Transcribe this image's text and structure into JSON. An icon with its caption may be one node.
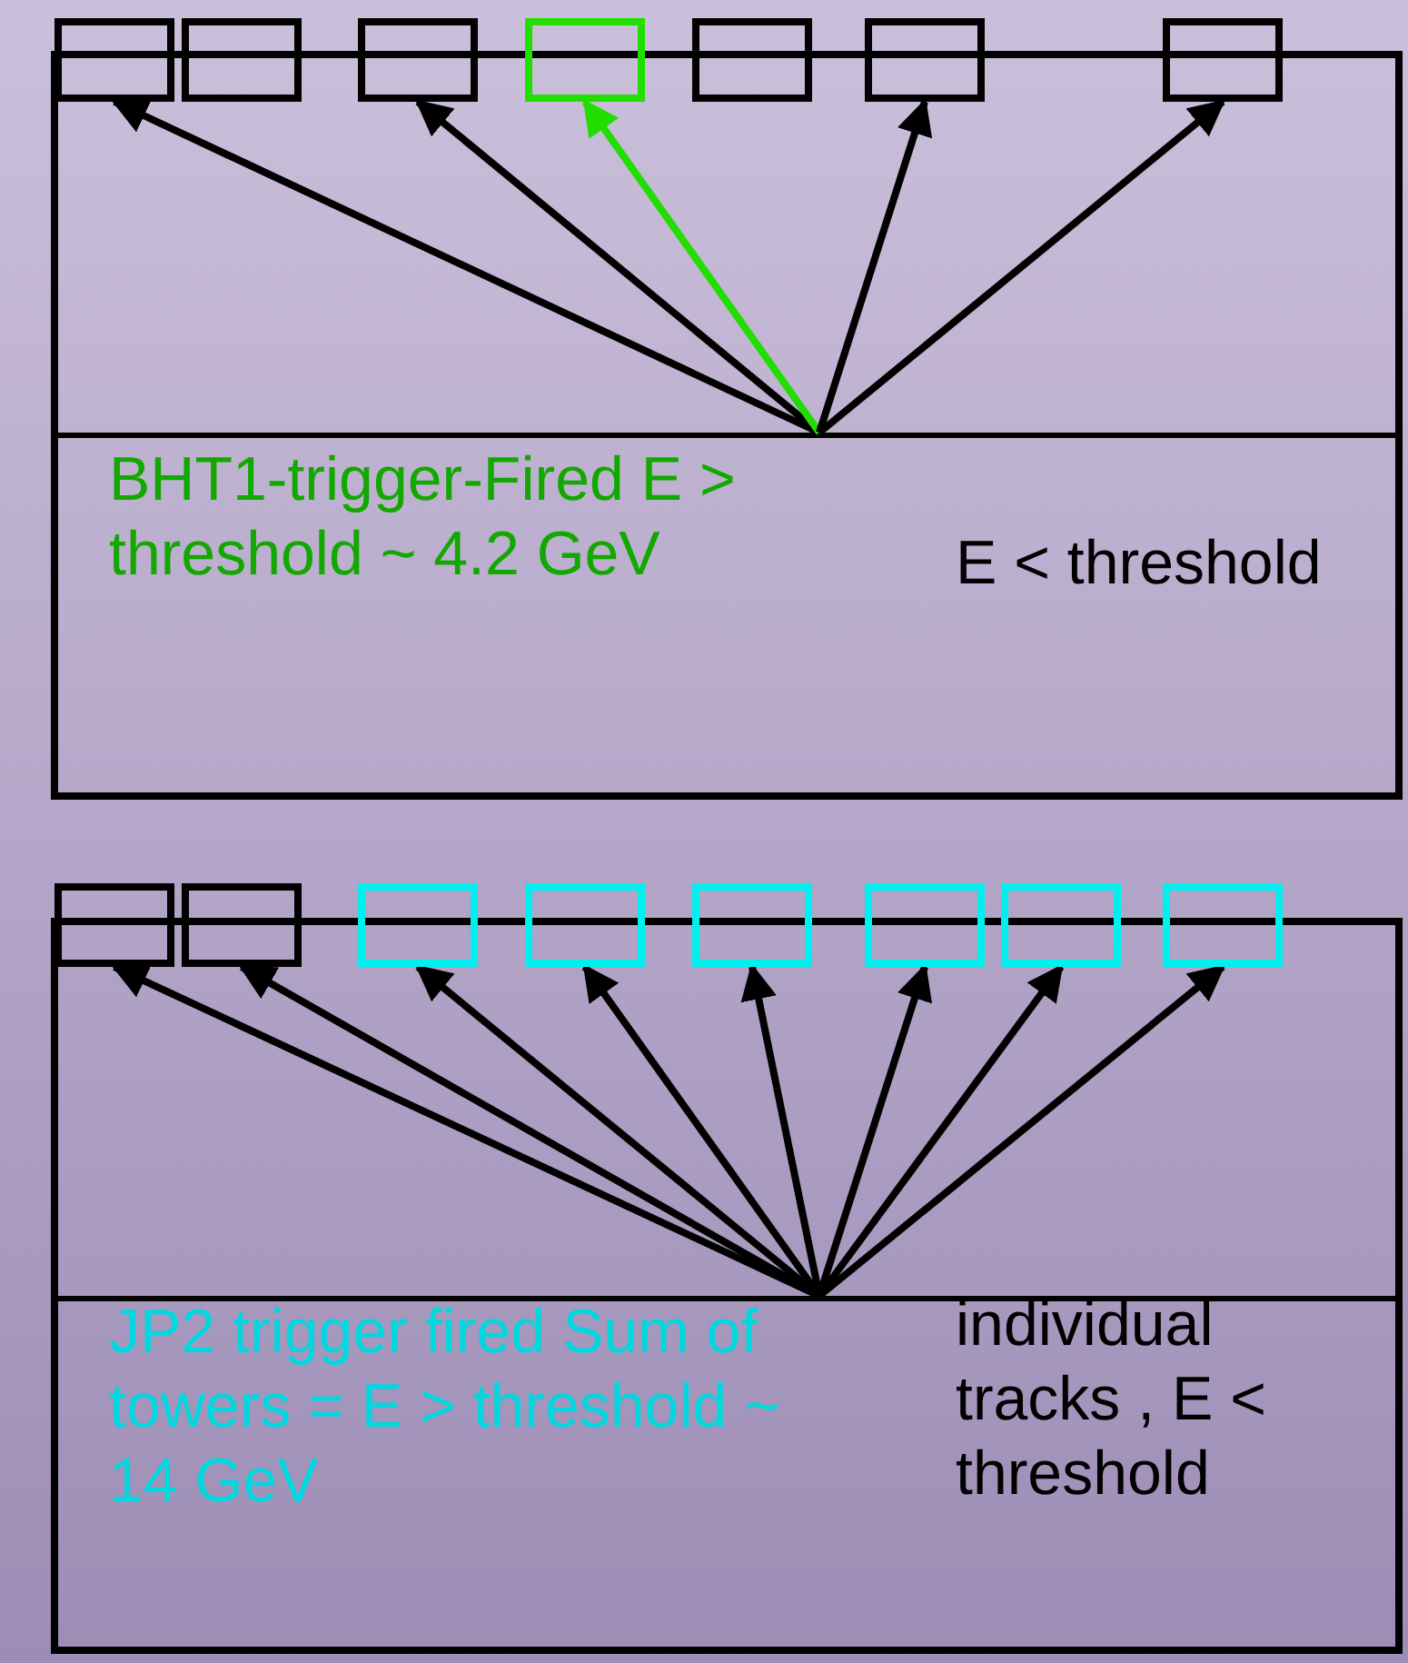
{
  "diagram": {
    "nodes": [
      {
        "text": [
          "BHT1-trigger-Fired E > threshold ~ 4.2 GeV",
          "E < threshold"
        ]
      },
      {
        "text": [],
        "shape": "box"
      },
      {
        "text": [],
        "shape": "box"
      },
      {
        "text": [],
        "shape": "box"
      },
      {
        "text": [],
        "shape": "box"
      },
      {
        "text": [],
        "shape": "box"
      },
      {
        "text": [],
        "shape": "box"
      },
      {
        "text": [],
        "shape": "box"
      },
      {
        "text": [
          "JP2 trigger fired Sum of towers = E > threshold ~ 14 GeV",
          "individual tracks , E < threshold"
        ]
      },
      {
        "text": [],
        "shape": "box"
      },
      {
        "text": [],
        "shape": "box"
      },
      {
        "text": [],
        "shape": "box"
      },
      {
        "text": [],
        "shape": "box"
      },
      {
        "text": [],
        "shape": "box"
      },
      {
        "text": [],
        "shape": "box"
      },
      {
        "text": [],
        "shape": "box"
      },
      {
        "text": [],
        "shape": "box"
      }
    ],
    "edges": [
      {
        "from": 0,
        "to": 1,
        "arrow": "to"
      },
      {
        "from": 0,
        "to": 3,
        "arrow": "to"
      },
      {
        "from": 0,
        "to": 4,
        "arrow": "to",
        "color": "#22dd00"
      },
      {
        "from": 0,
        "to": 6,
        "arrow": "to"
      },
      {
        "from": 0,
        "to": 7,
        "arrow": "to"
      },
      {
        "from": 8,
        "to": 9,
        "arrow": "to"
      },
      {
        "from": 8,
        "to": 10,
        "arrow": "to"
      },
      {
        "from": 8,
        "to": 11,
        "arrow": "to"
      },
      {
        "from": 8,
        "to": 12,
        "arrow": "to"
      },
      {
        "from": 8,
        "to": 13,
        "arrow": "to"
      },
      {
        "from": 8,
        "to": 14,
        "arrow": "to"
      },
      {
        "from": 8,
        "to": 15,
        "arrow": "to"
      },
      {
        "from": 8,
        "to": 16,
        "arrow": "to"
      }
    ]
  }
}
